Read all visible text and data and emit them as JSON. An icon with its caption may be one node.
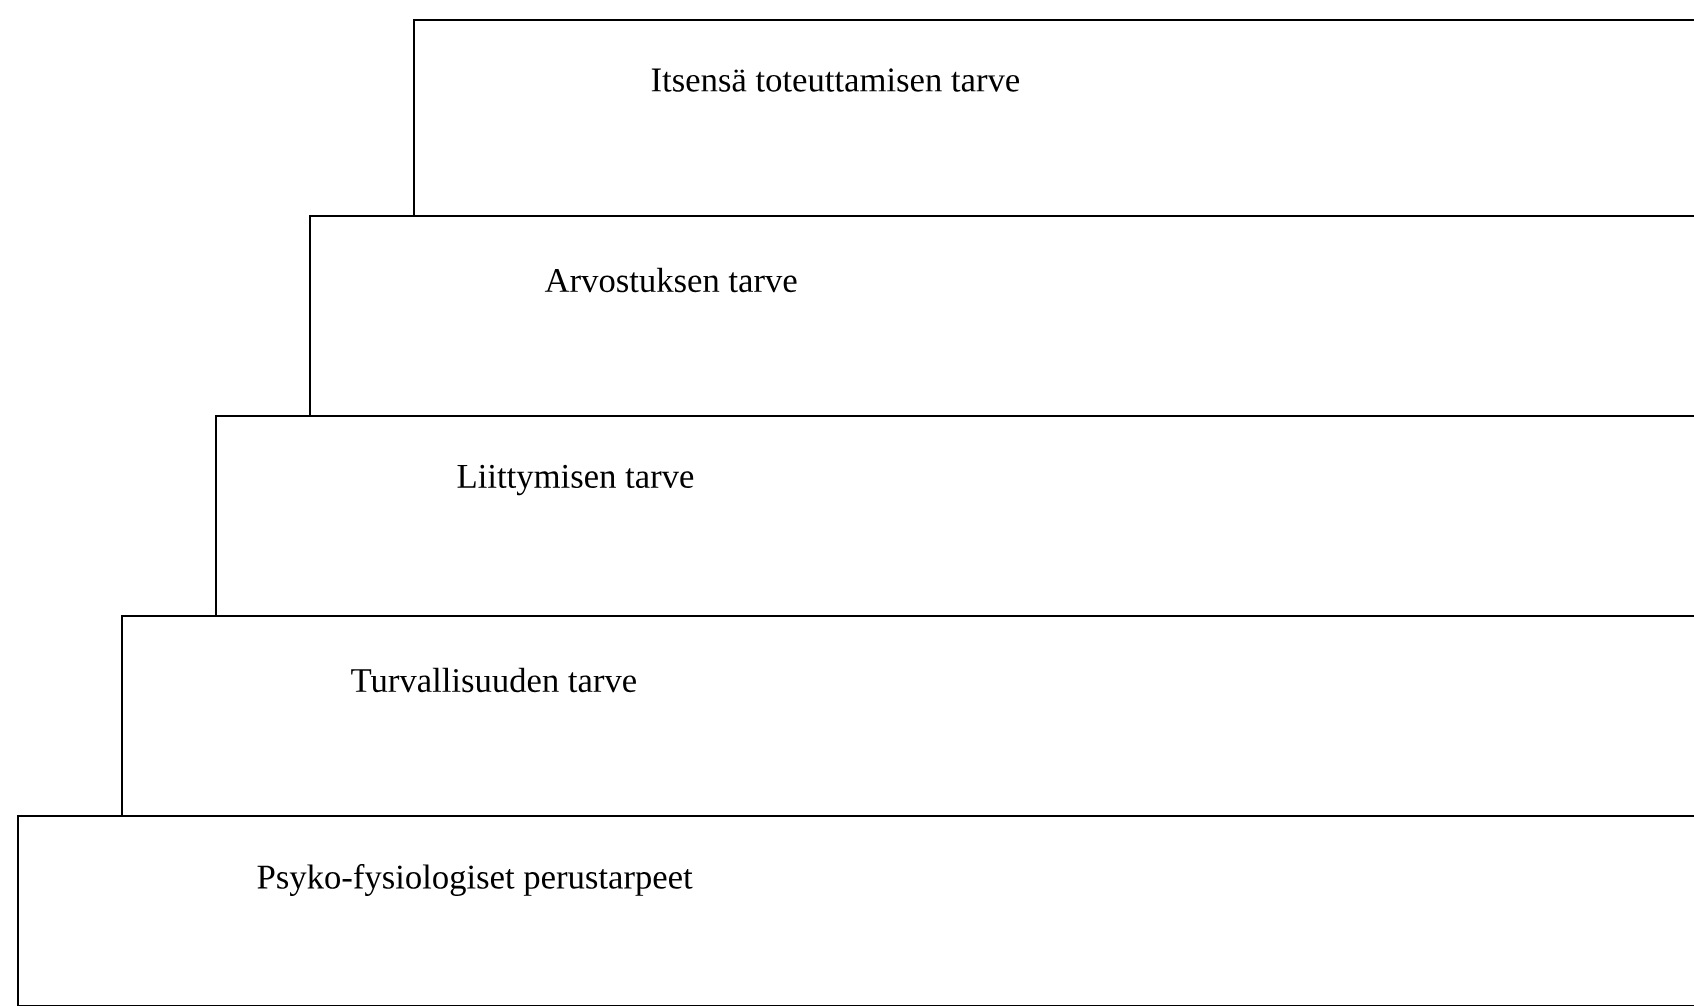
{
  "diagram": {
    "nodes": [
      {
        "text": [
          "Itsensä toteuttamisen tarve"
        ]
      },
      {
        "text": [
          "Arvostuksen tarve"
        ]
      },
      {
        "text": [
          "Liittymisen tarve"
        ]
      },
      {
        "text": [
          "Turvallisuuden tarve"
        ]
      },
      {
        "text": [
          "Psyko-fysiologiset perustarpeet"
        ]
      }
    ]
  }
}
